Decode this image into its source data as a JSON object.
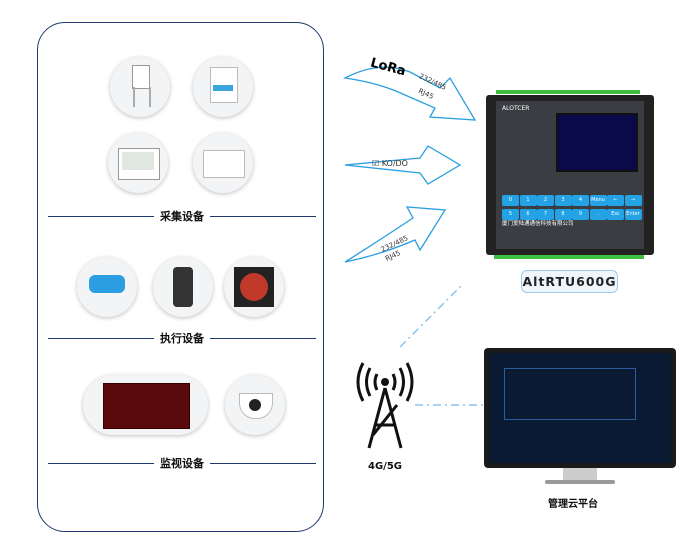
{
  "sections": {
    "collect": "采集设备",
    "execute": "执行设备",
    "monitor": "监视设备"
  },
  "links": {
    "lora": "LoRa",
    "top_items": [
      "232/485",
      "RJ45"
    ],
    "middle_item": "KO/DO",
    "bottom_items": [
      "232/485",
      "RJ45"
    ]
  },
  "device": {
    "name": "AltRTU600G",
    "brand": "ALOTCER",
    "keys": [
      "0",
      "1",
      "2",
      "3",
      "4",
      "Menu",
      "←",
      "→",
      "5",
      "6",
      "7",
      "8",
      "9",
      ".",
      "Esc",
      "Enter"
    ],
    "company": "厦门爱陆通通信科技有限公司"
  },
  "network": {
    "label": "4G/5G"
  },
  "cloud": {
    "label": "管理云平台"
  },
  "colors": {
    "accent": "#2a9ee0",
    "border": "#1f3b6e",
    "screen": "#0a0a4a"
  }
}
